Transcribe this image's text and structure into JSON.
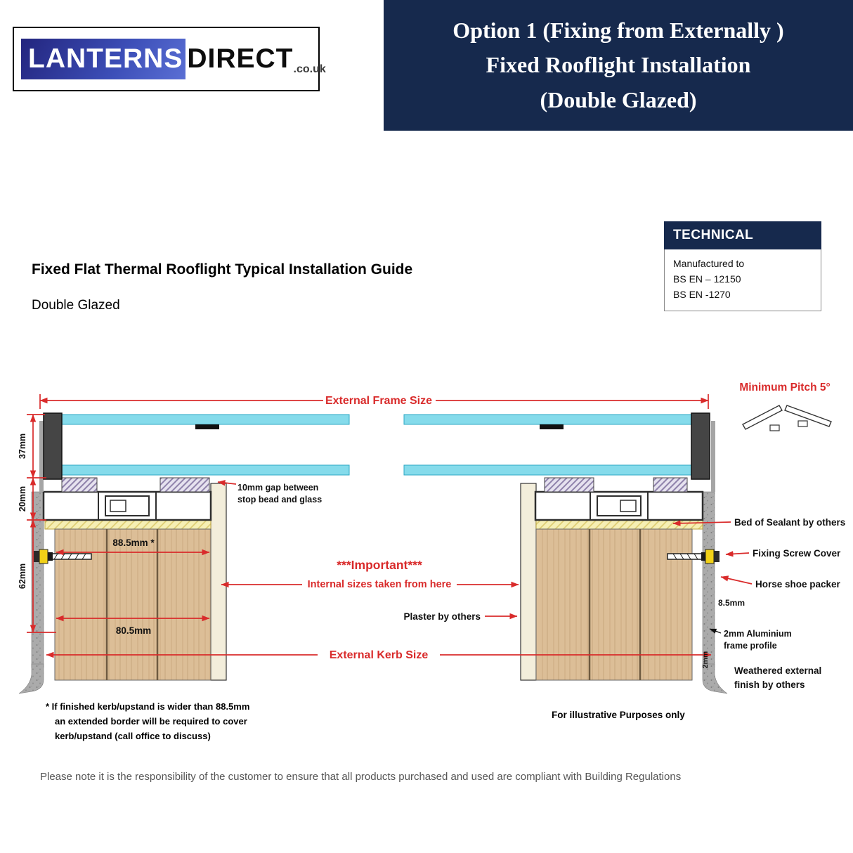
{
  "logo": {
    "name_part1": "LANTERNS",
    "name_part2": "DIRECT",
    "tld": ".co.uk"
  },
  "banner": {
    "line1": "Option 1 (Fixing from Externally )",
    "line2": "Fixed Rooflight Installation",
    "line3": "(Double Glazed)"
  },
  "technical": {
    "title": "TECHNICAL",
    "lines": [
      "Manufactured to",
      "BS EN – 12150",
      "BS EN -1270"
    ]
  },
  "heading": {
    "title": "Fixed Flat Thermal Rooflight Typical Installation Guide",
    "subtitle": "Double Glazed"
  },
  "labels": {
    "external_frame_size": "External Frame Size",
    "minimum_pitch": "Minimum Pitch 5°",
    "dim37": "37mm",
    "dim20": "20mm",
    "dim62": "62mm",
    "dim885": "88.5mm  *",
    "dim805": "80.5mm",
    "gap1": "10mm gap between",
    "gap2": "stop bead and glass",
    "important": "***Important***",
    "internal_sizes": "Internal sizes taken from here",
    "plaster": "Plaster by others",
    "external_kerb_size": "External Kerb Size",
    "sealant": "Bed of Sealant by others",
    "screw_cover": "Fixing Screw Cover",
    "packer": "Horse shoe packer",
    "dim85": "8.5mm",
    "alu1": "2mm Aluminium",
    "alu2": "frame profile",
    "dim2": "2mm",
    "weathered1": "Weathered external",
    "weathered2": "finish by others"
  },
  "footnotes": {
    "kerb1": "* If finished kerb/upstand is wider than 88.5mm",
    "kerb2": "an extended border will be required to cover",
    "kerb3": "kerb/upstand (call office to discuss)",
    "illustrative": "For illustrative Purposes only"
  },
  "disclaimer": "Please note it is the responsibility of the customer to ensure that all products purchased and used are compliant with Building Regulations",
  "colors": {
    "banner_bg": "#16294d",
    "accent_red": "#d92b2b",
    "glass": "#85dbeb",
    "wood": "#dcbe97",
    "sealant": "#f6efb4"
  }
}
